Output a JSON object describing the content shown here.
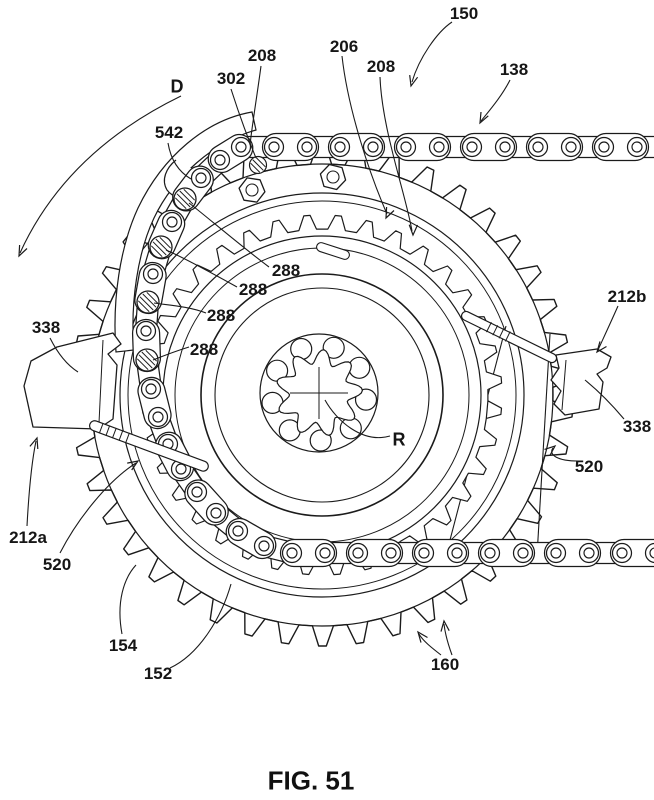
{
  "figure": {
    "caption": "FIG. 51"
  },
  "colors": {
    "ink": "#1b1b1b",
    "paper": "#ffffff"
  },
  "reference_labels": [
    {
      "text": "150"
    },
    {
      "text": "206"
    },
    {
      "text": "208"
    },
    {
      "text": "302"
    },
    {
      "text": "208"
    },
    {
      "text": "138"
    },
    {
      "text": "D"
    },
    {
      "text": "542"
    },
    {
      "text": "288"
    },
    {
      "text": "288"
    },
    {
      "text": "288"
    },
    {
      "text": "288"
    },
    {
      "text": "338"
    },
    {
      "text": "212b"
    },
    {
      "text": "338"
    },
    {
      "text": "R"
    },
    {
      "text": "520"
    },
    {
      "text": "212a"
    },
    {
      "text": "520"
    },
    {
      "text": "154"
    },
    {
      "text": "152"
    },
    {
      "text": "160"
    }
  ]
}
